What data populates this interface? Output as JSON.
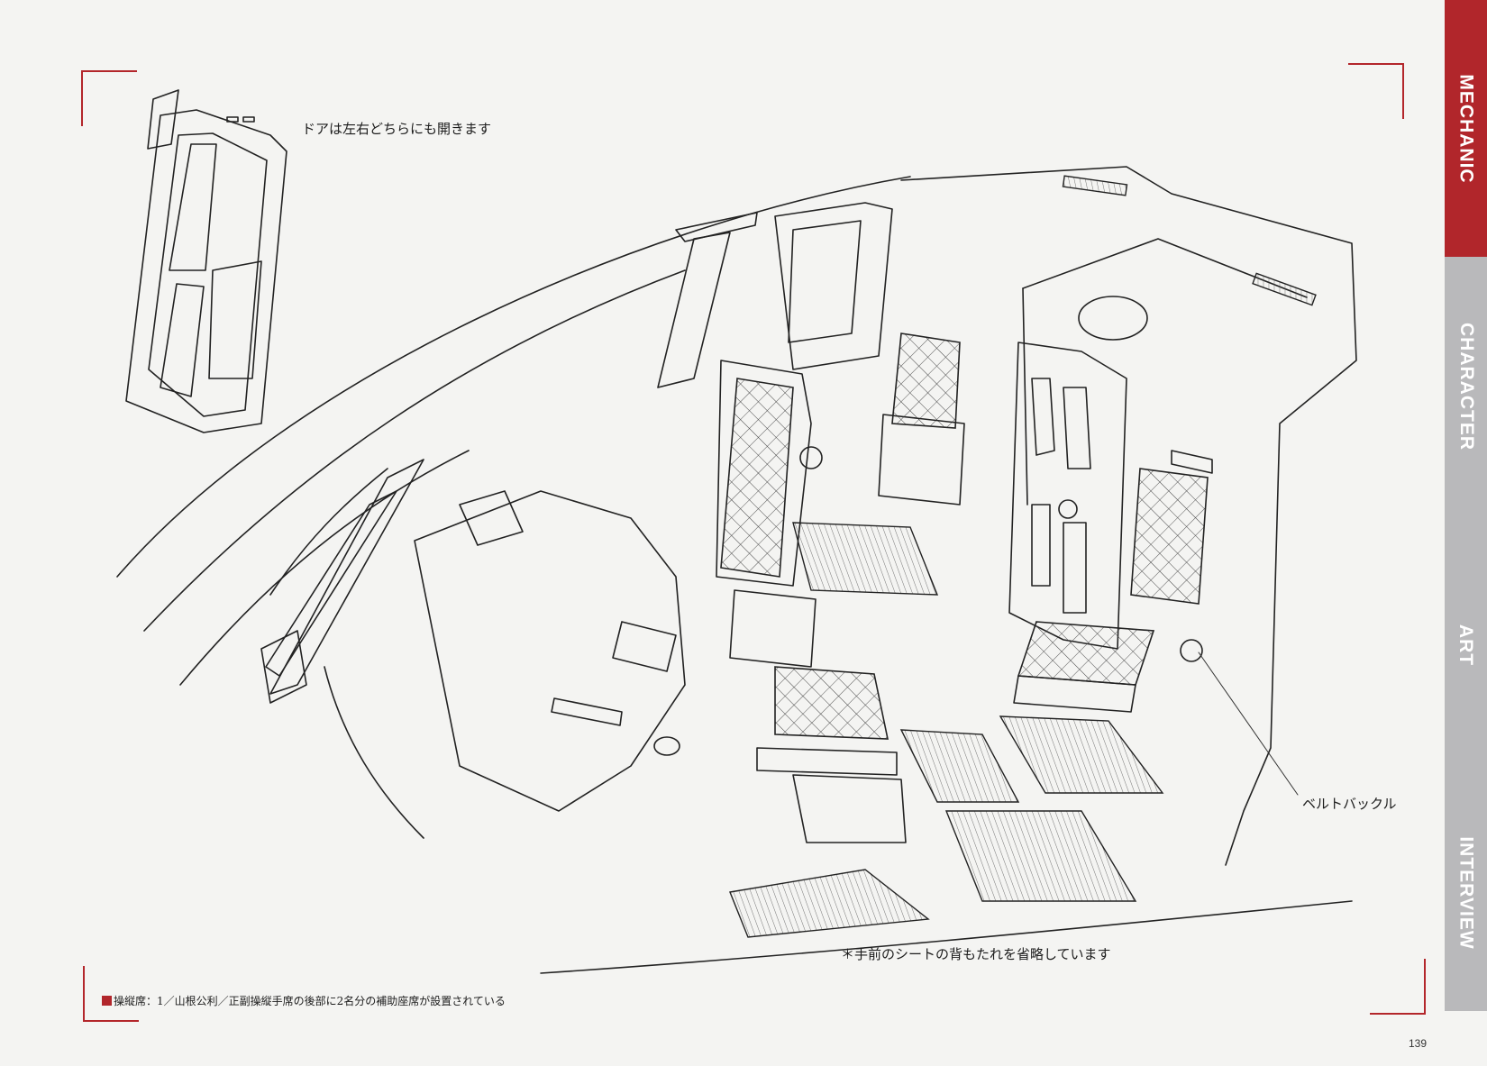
{
  "sidebar": {
    "tabs": [
      {
        "label": "MECHANIC",
        "active": true
      },
      {
        "label": "CHARACTER",
        "active": false
      },
      {
        "label": "ART",
        "active": false
      },
      {
        "label": "INTERVIEW",
        "active": false
      }
    ],
    "active_color": "#b1262b",
    "inactive_color": "#b9b9bb"
  },
  "annotations": {
    "door": "ドアは左右どちらにも開きます",
    "belt_buckle": "ベルトバックル",
    "seat_note": "＊手前のシートの背もたれを省略しています"
  },
  "caption": {
    "text": "操縦席：1／山根公利／正副操縦手席の後部に2名分の補助座席が設置されている"
  },
  "page_number": "139",
  "illustration": {
    "subject": "cockpit-interior-line-drawing"
  }
}
